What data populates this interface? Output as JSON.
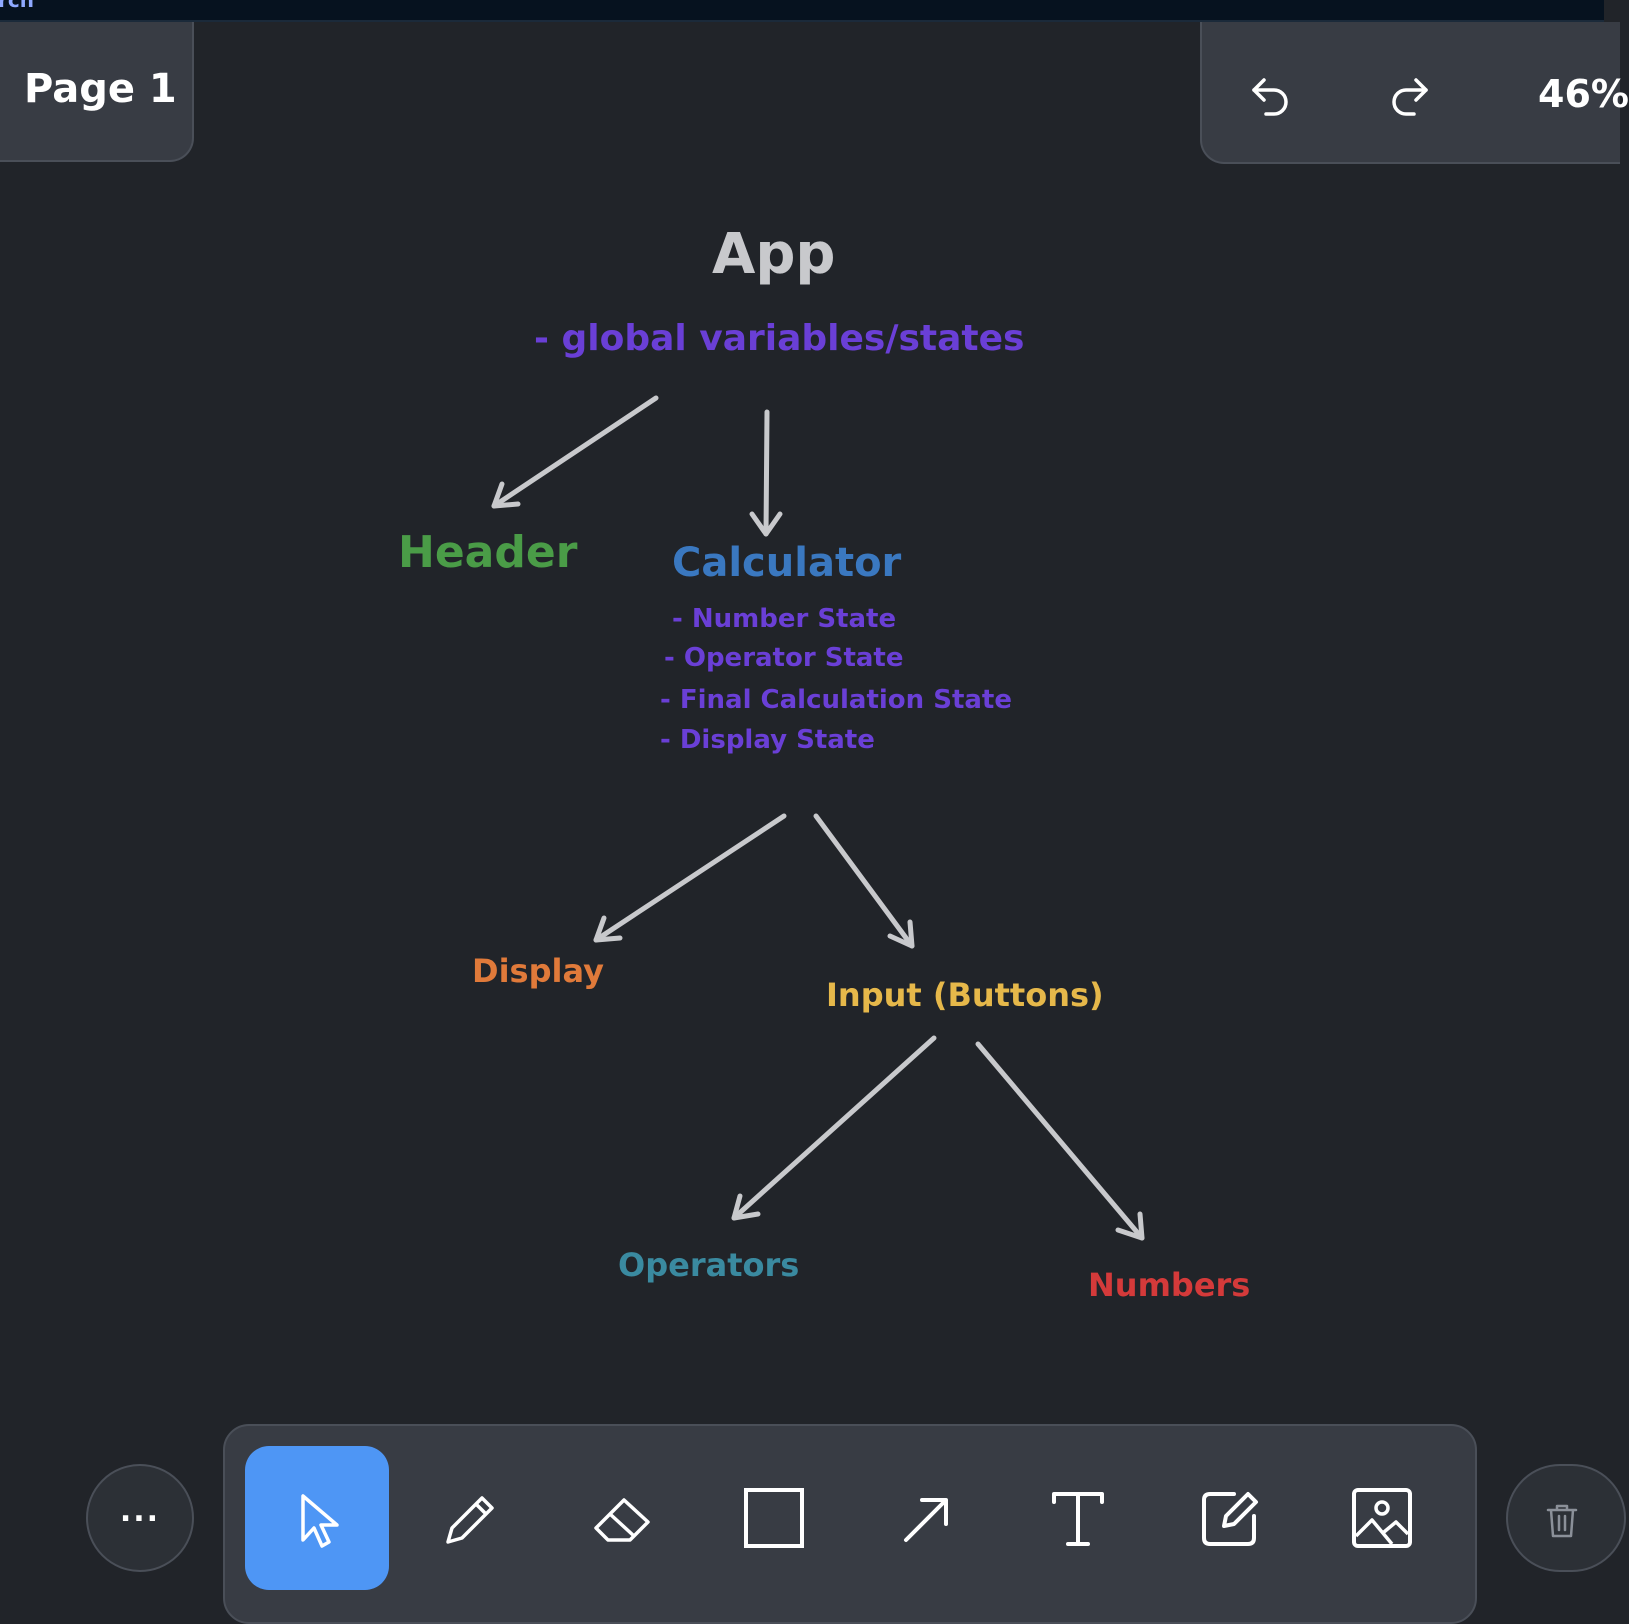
{
  "topbar": {
    "fragment": "rch"
  },
  "page": {
    "label": "Page 1"
  },
  "history": {
    "zoom": "46%"
  },
  "diagram": {
    "app": "App",
    "app_note": "- global variables/states",
    "header": "Header",
    "calculator": "Calculator",
    "calculator_states": [
      "- Number State",
      "- Operator State",
      "- Final Calculation State",
      "- Display State"
    ],
    "display": "Display",
    "input": "Input (Buttons)",
    "operators": "Operators",
    "numbers": "Numbers"
  },
  "toolbar": {
    "more": "...",
    "tools": [
      "select-icon",
      "pencil-icon",
      "eraser-icon",
      "rectangle-icon",
      "arrow-icon",
      "text-icon",
      "note-icon",
      "image-icon"
    ],
    "active_tool": "select-icon"
  },
  "colors": {
    "canvas": "#212429",
    "panel": "#383c44",
    "accent": "#4e96f5",
    "arrow": "#c8c9cc",
    "purple": "#6a3fd6",
    "green": "#4a9c47",
    "blue": "#3a78c0",
    "orange": "#e07a3a",
    "yellow": "#e6b84a",
    "teal": "#3a8aa0",
    "red": "#d43a3a"
  }
}
